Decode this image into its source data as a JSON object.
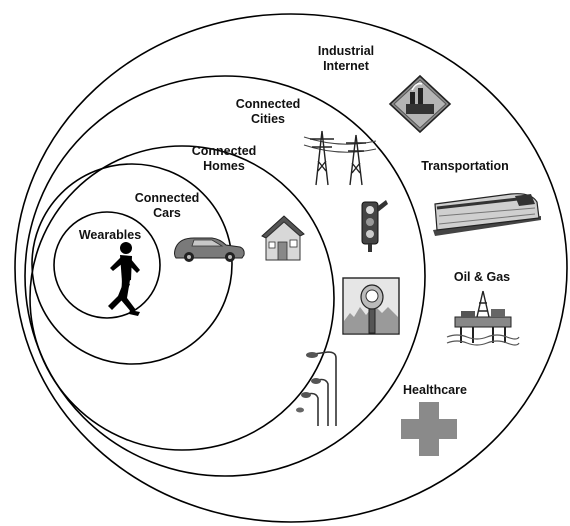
{
  "rings": [
    {
      "id": "industrial-internet",
      "lines": [
        "Industrial",
        "Internet"
      ]
    },
    {
      "id": "connected-cities",
      "lines": [
        "Connected",
        "Cities"
      ]
    },
    {
      "id": "connected-homes",
      "lines": [
        "Connected",
        "Homes"
      ]
    },
    {
      "id": "connected-cars",
      "lines": [
        "Connected",
        "Cars"
      ]
    },
    {
      "id": "wearables",
      "lines": [
        "Wearables"
      ]
    }
  ],
  "sectors": {
    "transportation": "Transportation",
    "oil_gas": "Oil & Gas",
    "healthcare": "Healthcare"
  },
  "icons": [
    "runner-icon",
    "car-icon",
    "house-icon",
    "power-pylon-icon",
    "traffic-light-icon",
    "parking-meter-icon",
    "street-lamp-icon",
    "factory-icon",
    "train-icon",
    "oil-rig-icon",
    "medical-cross-icon"
  ],
  "colors": {
    "line": "#000000",
    "cross": "#8a8a8a"
  }
}
